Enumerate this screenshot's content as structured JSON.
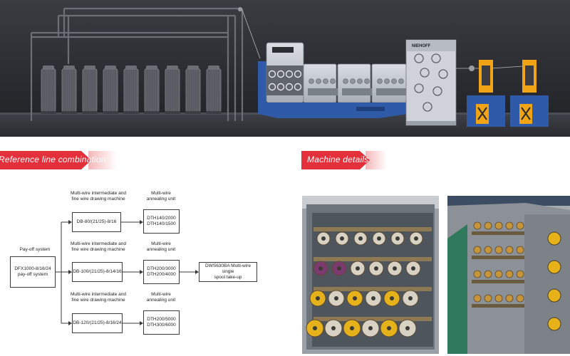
{
  "banners": {
    "reference": "Reference line combination:",
    "details": "Machine details"
  },
  "machine_brand": "NIEHOFF",
  "flow": {
    "payoff": {
      "label": "Pay-off system",
      "box": "DFX1000-8/16/24\npay-off system"
    },
    "drawing": [
      {
        "label": "Multi-wire intermediate and\nfine wire drawing machine",
        "box": "DB-80/(21/25)-8/16"
      },
      {
        "label": "Multi-wire intermediate and\nfine wire drawing machine",
        "box": "DB-100/(21/25)-8/14/16"
      },
      {
        "label": "Multi-wire intermediate and\nfine wire drawing machine",
        "box": "DB-120/(21/25)-8/16/24"
      }
    ],
    "annealing": [
      {
        "label": "Multi-wire\nannealing unit",
        "box": "DTH140/2000\nDTH140/1500"
      },
      {
        "label": "Multi-wire\nannealing unit",
        "box": "DTH200/3000\nDTH200/4000"
      },
      {
        "label": "Multi-wire\nannealing unit",
        "box": "DTH200/5000\nDTH300/6000"
      }
    ],
    "takeup": {
      "box": "DWS630BA Multi-wire single\nspool take-up"
    }
  },
  "colors": {
    "accent_red": "#e3303a",
    "machine_blue": "#2f5aa8",
    "takeup_orange": "#f2a417",
    "dark_bg": "#2c2e33"
  }
}
